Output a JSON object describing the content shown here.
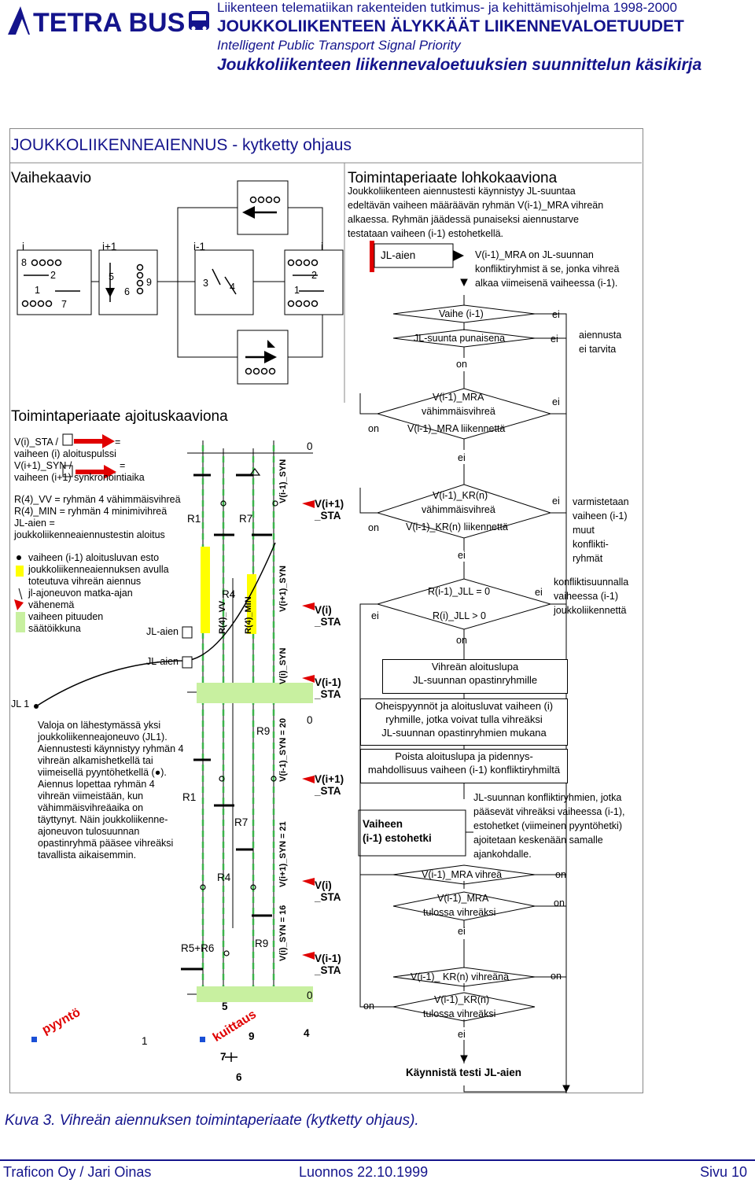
{
  "header": {
    "logo_text": "TETRA BUS",
    "line1": "Liikenteen telematiikan rakenteiden tutkimus- ja kehittämisohjelma 1998-2000",
    "line2": "JOUKKOLIIKENTEEN ÄLYKKÄÄT LIIKENNEVALOETUUDET",
    "line3": "Intelligent Public Transport Signal Priority",
    "line4": "Joukkoliikenteen liikennevaloetuuksien suunnittelun käsikirja"
  },
  "main_title": "JOUKKOLIIKENNEAIENNUS - kytketty ohjaus",
  "phase_diagram": {
    "title": "Vaihekaavio",
    "phase_labels": [
      "i",
      "i+1",
      "i-1",
      "i"
    ],
    "nums": [
      "8",
      "2",
      "1",
      "7",
      "5",
      "6",
      "9",
      "3",
      "4",
      "2",
      "1"
    ]
  },
  "block_diagram": {
    "title": "Toimintaperiaate lohkokaaviona",
    "intro": [
      "Joukkoliikenteen aiennustesti käynnistyy JL-suuntaa",
      "edeltävän vaiheen määräävän ryhmän V(i-1)_MRA vihreän",
      "alkaessa. Ryhmän jäädessä punaiseksi aiennustarve",
      "testataan vaiheen (i-1) estohetkellä."
    ],
    "jl_label": "JL-aien",
    "mra_note": [
      "V(i-1)_MRA on JL-suunnan",
      "konfliktiryhmist ä se, jonka vihreä",
      "alkaa viimeisenä vaiheessa (i-1)."
    ],
    "d1": "Vaihe (i-1)",
    "d2": "JL-suunta punaisena",
    "d3": [
      "V(i-1)_MRA",
      "vähimmäisvihreä",
      "V(i-1)_MRA liikennettä"
    ],
    "d4": [
      "V(i-1)_KR(n)",
      "vähimmäisvihreä",
      "V(i-1)_KR(n) liikennettä"
    ],
    "d5": [
      "R(i-1)_JLL = 0",
      "R(i)_JLL > 0"
    ],
    "no_need": [
      "aiennusta",
      "ei tarvita"
    ],
    "verify": [
      "varmistetaan",
      "vaiheen (i-1)",
      "muut",
      "konflikti-",
      "ryhmät"
    ],
    "conflict_note": [
      "konfliktisuunnalla",
      "vaiheessa (i-1)",
      "joukkoliikennettä"
    ],
    "box1": [
      "Vihreän aloituslupa",
      "JL-suunnan opastinryhmille"
    ],
    "box2": [
      "Oheispyynnöt ja aloitusluvat vaiheen (i)",
      "ryhmille, jotka voivat tulla vihreäksi",
      "JL-suunnan opastinryhmien mukana"
    ],
    "box3": [
      "Poista aloituslupa ja pidennys-",
      "mahdollisuus vaiheen (i-1) konfliktiryhmiltä"
    ],
    "block_note": [
      "JL-suunnan konfliktiryhmien, jotka",
      "pääsevät vihreäksi vaiheessa (i-1),",
      "estohetket (viimeinen pyyntöhetki)",
      "ajoitetaan keskenään samalle",
      "ajankohdalle."
    ],
    "block_label": [
      "Vaiheen",
      "(i-1) estohetki"
    ],
    "d6": "V(i-1)_MRA vihreä",
    "d7": [
      "V(i-1)_MRA",
      "tulossa vihreäksi"
    ],
    "d8": "V(i-1)_ KR(n) vihreänä",
    "d9": [
      "V(i-1)_KR(n)",
      "tulossa vihreäksi"
    ],
    "final": "Käynnistä testi JL-aien",
    "yes": "on",
    "no": "ei"
  },
  "timing_diagram": {
    "title": "Toimintaperiaate ajoituskaaviona",
    "legend": [
      "V(i)_STA /",
      "=",
      "vaiheen (i) aloituspulssi",
      "V(i+1)_SYN /",
      "=",
      "vaiheen (i+1) synkronointiaika"
    ],
    "defs": [
      "R(4)_VV = ryhmän 4 vähimmäisvihreä",
      "R(4)_MIN = ryhmän 4 minimivihreä",
      "JL-aien =",
      "joukkoliikenneaiennustestin aloitus"
    ],
    "symbols": [
      "vaiheen (i-1) aloitusluvan esto",
      "joukkoliikenneaiennuksen avulla",
      "toteutuva vihreän aiennus",
      "jl-ajoneuvon matka-ajan",
      "vähenemä",
      "vaiheen pituuden",
      "säätöikkuna"
    ],
    "groups": [
      "R1",
      "R7",
      "R4",
      "R9",
      "R1",
      "R7",
      "R4",
      "R9",
      "R5+R6"
    ],
    "rot": [
      "R(4)_VV",
      "R(4)_MIN",
      "V(i-1)_SYN",
      "V(i+1)_SYN",
      "V(i)_SYN",
      "V(i-1)_SYN = 20",
      "V(i+1)_SYN = 21",
      "V(i)_SYN = 16"
    ],
    "sta": [
      "V(i+1)",
      "_STA",
      "V(i)",
      "_STA",
      "V(i-1)",
      "_STA",
      "V(i+1)",
      "_STA",
      "V(i)",
      "_STA",
      "V(i-1)",
      "_STA"
    ],
    "zeros": [
      "0",
      "0",
      "0"
    ],
    "jl_aien": "JL-aien",
    "jl1": "JL 1",
    "story": [
      "Valoja on lähestymässä yksi",
      "joukkoliikenneajoneuvo (JL1).",
      "Aiennustesti käynnistyy ryhmän 4",
      "vihreän alkamishetkellä tai",
      "viimeisellä pyyntöhetkellä (",
      ").",
      "Aiennus lopettaa ryhmän 4",
      "vihreän viimeistään, kun",
      "vähimmäisvihreäaika on",
      "täyttynyt. Näin joukkoliikenne-",
      "ajoneuvon tulosuunnan",
      "opastinryhmä pääsee vihreäksi",
      "tavallista aikaisemmin."
    ],
    "bottom": [
      "pyyntö",
      "1",
      "5",
      "kuittaus",
      "9",
      "4",
      "7",
      "6"
    ]
  },
  "caption": "Kuva 3. Vihreän aiennuksen toimintaperiaate (kytketty ohjaus).",
  "footer": {
    "left": "Traficon Oy / Jari Oinas",
    "mid": "Luonnos 22.10.1999",
    "right": "Sivu 10"
  }
}
